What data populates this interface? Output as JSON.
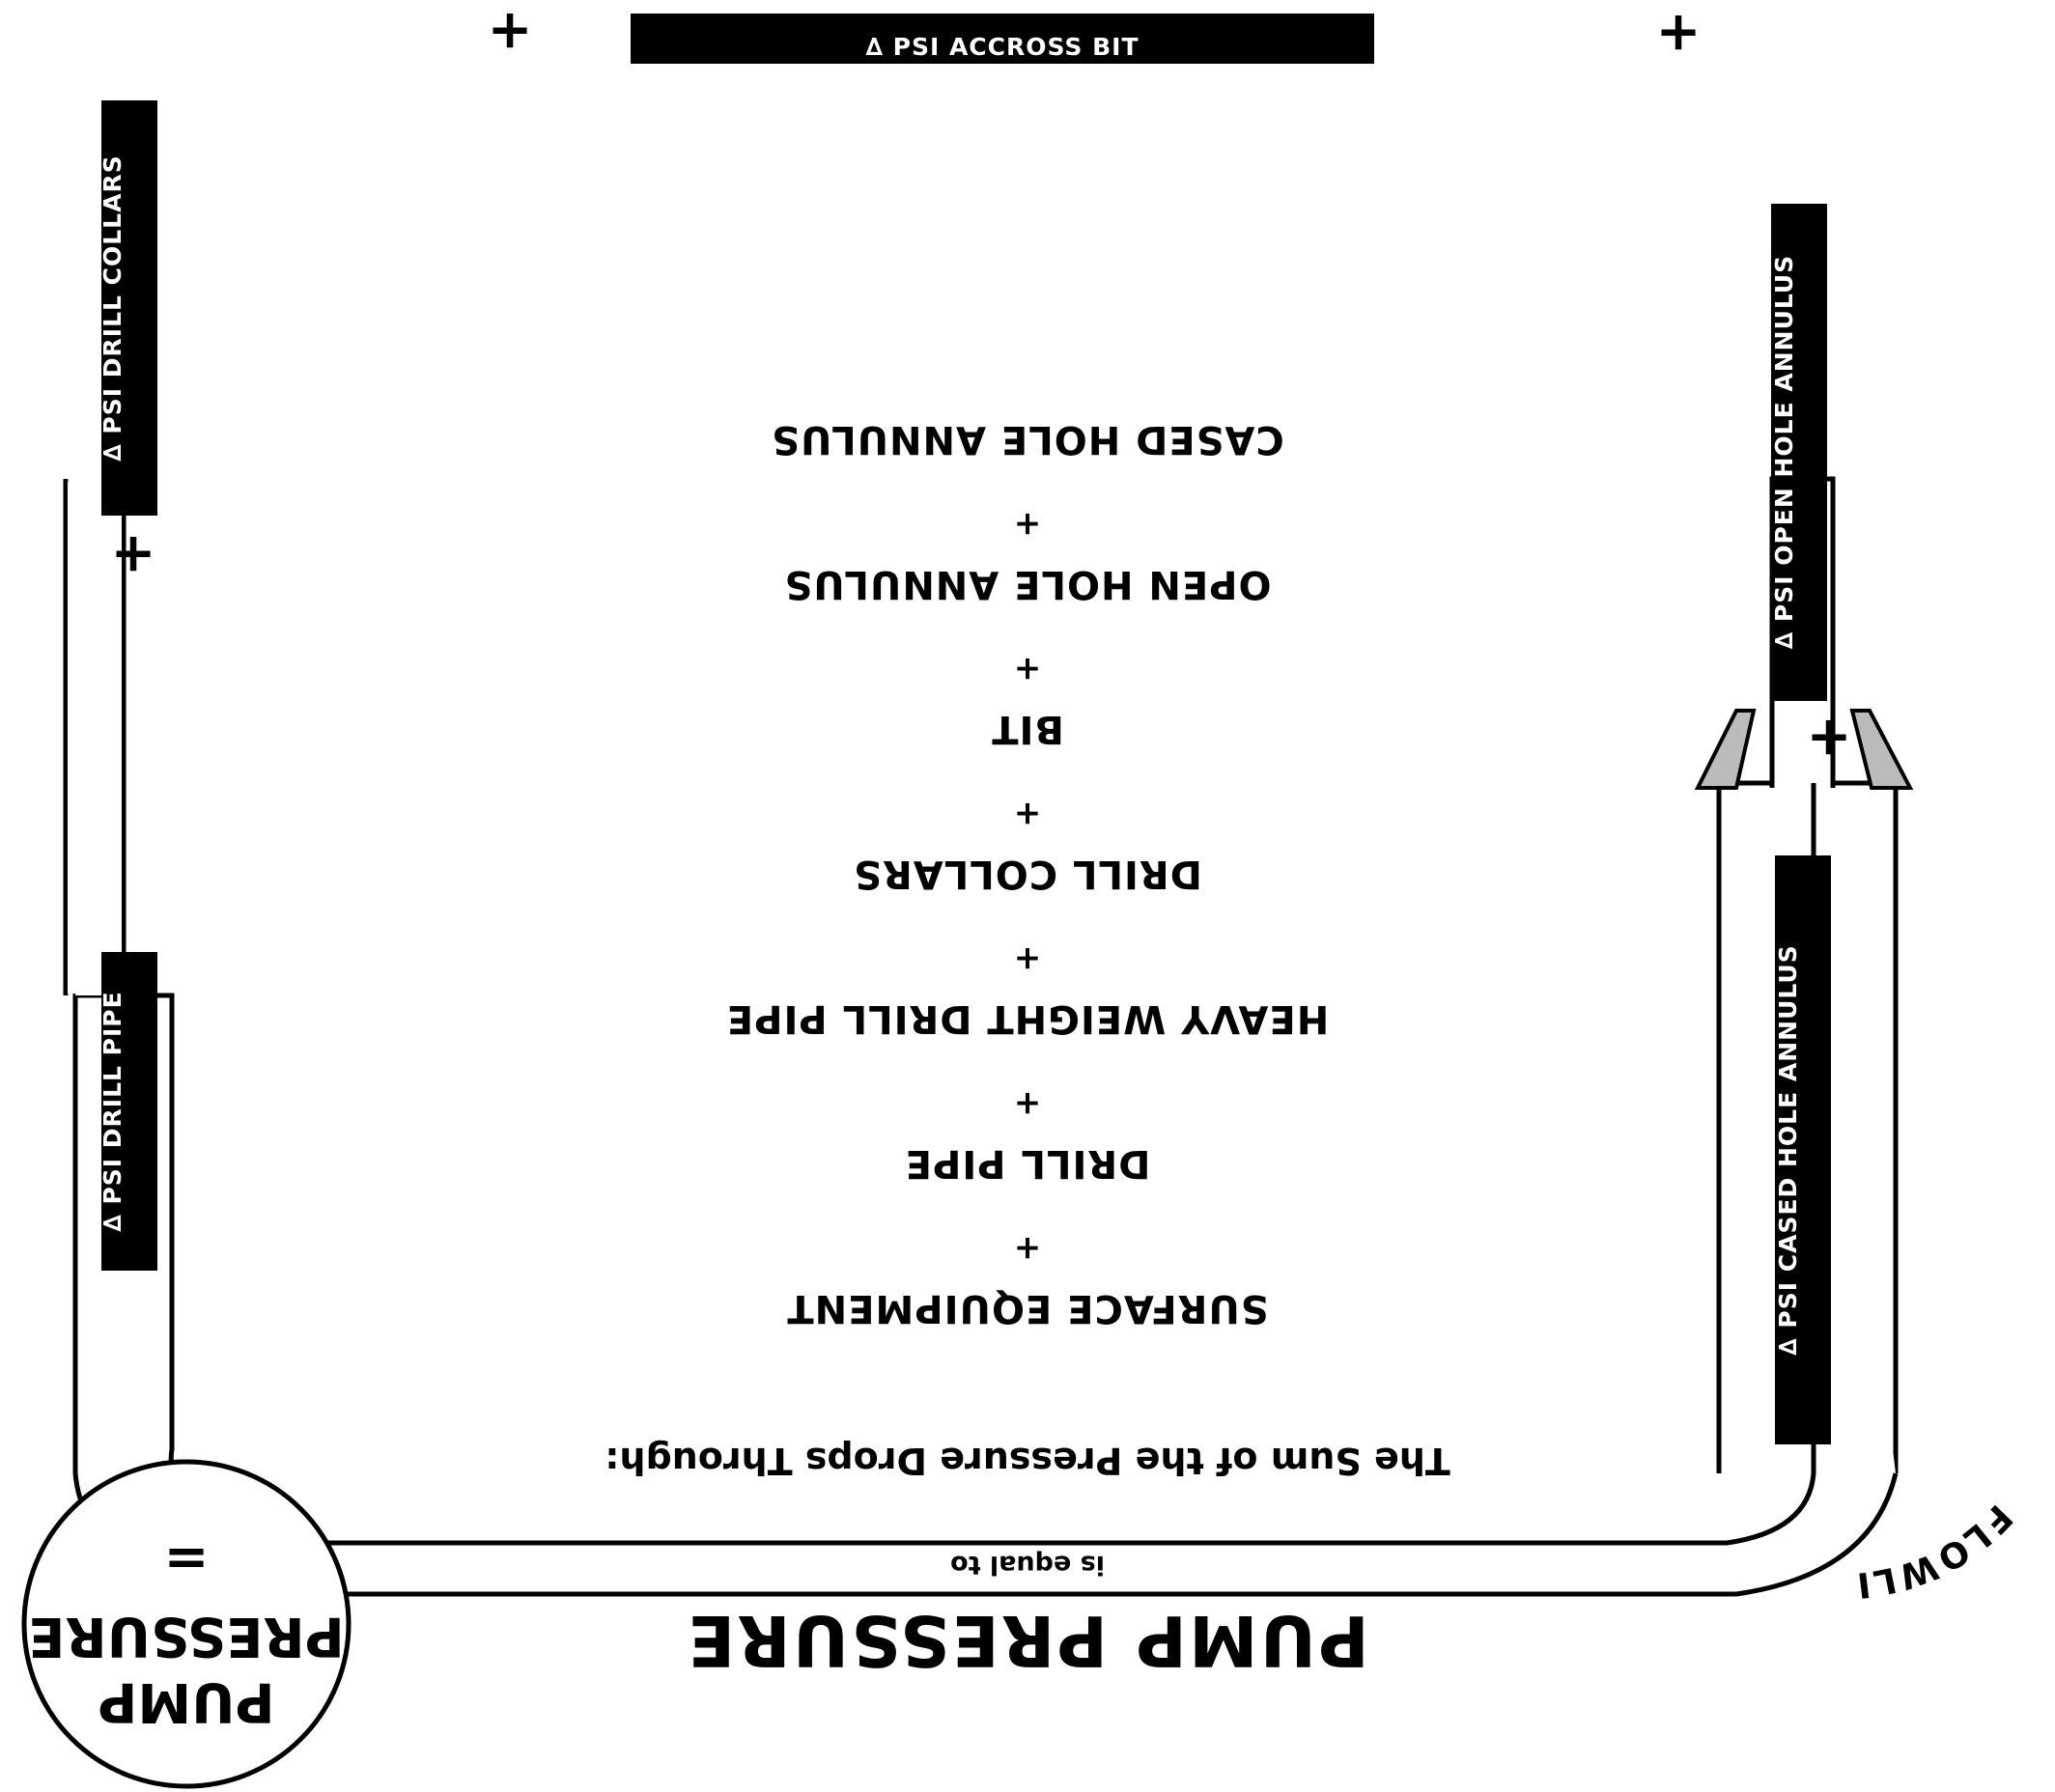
{
  "diagram": {
    "bands": {
      "drill_pipe": "∆ PSI DRILL PIPE",
      "drill_collars": "∆ PSI DRILL COLLARS",
      "across_bit": "∆ PSI ACCROSS BIT",
      "open_hole": "∆ PSI OPEN HOLE ANNULUS",
      "cased_hole": "∆ PSI CASED HOLE ANNULUS"
    },
    "plus_sign": "+",
    "sum_list": [
      "SURFACE EQUIPMENT",
      "DRILL PIPE",
      "HEAVY WEIGHT DRILL PIPE",
      "DRILL COLLARS",
      "BIT",
      "OPEN HOLE ANNULUS",
      "CASED HOLE ANNULUS"
    ],
    "sum_intro": "The Sum of the Pressure Drops Through:",
    "equal_to": "is equal to",
    "title": "PUMP PRESSURE",
    "pump": {
      "line1": "PUMP",
      "line2": "PRESSURE",
      "equals": "="
    },
    "flowline": "FLOWLINE"
  }
}
